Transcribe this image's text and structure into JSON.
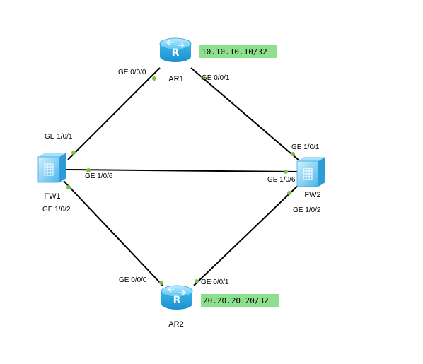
{
  "devices": {
    "ar1": {
      "name": "AR1",
      "type": "router-icon"
    },
    "ar2": {
      "name": "AR2",
      "type": "router-icon"
    },
    "fw1": {
      "name": "FW1",
      "type": "firewall-icon"
    },
    "fw2": {
      "name": "FW2",
      "type": "firewall-icon"
    }
  },
  "loopbacks": {
    "ar1": "10.10.10.10/32",
    "ar2": "20.20.20.20/32"
  },
  "ports": {
    "ar1_to_fw1": "GE 0/0/0",
    "ar1_to_fw2": "GE 0/0/1",
    "fw1_to_ar1": "GE 1/0/1",
    "fw1_to_fw2": "GE 1/0/6",
    "fw1_to_ar2": "GE 1/0/2",
    "fw2_to_ar1": "GE 1/0/1",
    "fw2_to_fw1": "GE 1/0/6",
    "fw2_to_ar2": "GE 1/0/2",
    "ar2_to_fw1": "GE 0/0/0",
    "ar2_to_fw2": "GE 0/0/1"
  },
  "links": [
    {
      "from": "AR1",
      "to": "FW1"
    },
    {
      "from": "AR1",
      "to": "FW2"
    },
    {
      "from": "FW1",
      "to": "FW2"
    },
    {
      "from": "FW1",
      "to": "AR2"
    },
    {
      "from": "FW2",
      "to": "AR2"
    }
  ],
  "colors": {
    "link": "#000000",
    "port_dot": "#7ac143",
    "ip_highlight": "#8ee08e",
    "router_body": "#29a9e1",
    "firewall_body": "#5cc0ee"
  }
}
